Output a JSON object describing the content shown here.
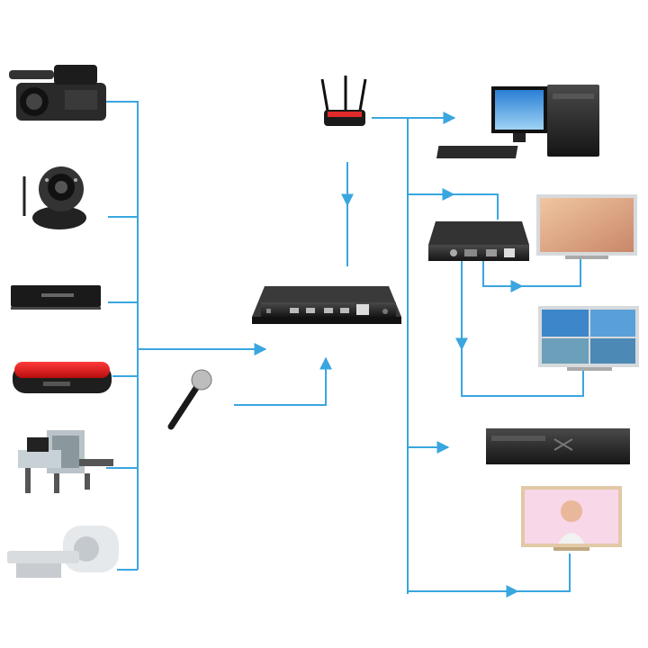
{
  "diagram": {
    "background": "#ffffff",
    "line_color": "#3aa6e0",
    "hub": {
      "device": "video-encoder-box",
      "icon": "encoder-icon"
    },
    "inputs": [
      {
        "device": "video-camera",
        "icon": "camcorder-icon"
      },
      {
        "device": "ip-camera",
        "icon": "ip-camera-icon"
      },
      {
        "device": "set-top-box",
        "icon": "set-top-box-icon"
      },
      {
        "device": "red-media-player",
        "icon": "media-player-icon"
      },
      {
        "device": "security-x-ray-scanner",
        "icon": "x-ray-scanner-icon"
      },
      {
        "device": "medical-scanner",
        "icon": "ct-scanner-icon"
      },
      {
        "device": "microphone",
        "icon": "microphone-icon"
      }
    ],
    "network": {
      "device": "wifi-router",
      "icon": "router-icon"
    },
    "outputs": [
      {
        "device": "desktop-computer",
        "icon": "desktop-pc-icon"
      },
      {
        "device": "decoder-box",
        "icon": "decoder-icon"
      },
      {
        "device": "monitor-single-view",
        "icon": "monitor-icon"
      },
      {
        "device": "monitor-quad-view",
        "icon": "monitor-quad-icon"
      },
      {
        "device": "network-video-recorder",
        "icon": "nvr-icon"
      },
      {
        "device": "tv-display",
        "icon": "tv-icon"
      }
    ]
  }
}
